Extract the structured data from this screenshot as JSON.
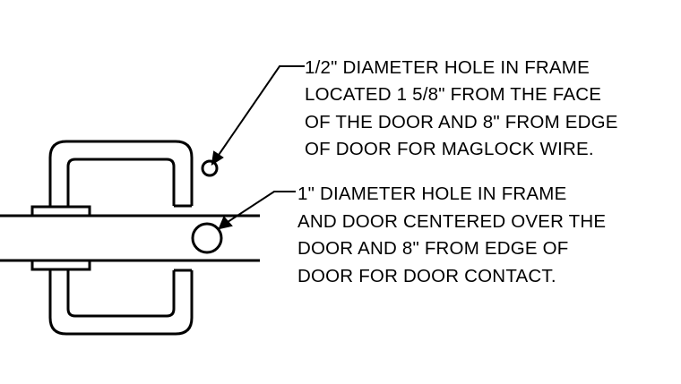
{
  "colors": {
    "background": "#ffffff",
    "linework": "#000000"
  },
  "notes": {
    "maglock_hole": {
      "lines": [
        "1/2\" DIAMETER HOLE IN FRAME",
        "LOCATED 1 5/8\" FROM THE FACE",
        "OF THE DOOR AND 8\" FROM EDGE",
        "OF DOOR FOR MAGLOCK WIRE."
      ]
    },
    "door_contact_hole": {
      "lines": [
        "1\" DIAMETER HOLE IN FRAME",
        "AND DOOR CENTERED OVER THE",
        "DOOR AND 8\" FROM EDGE OF",
        "DOOR FOR DOOR CONTACT."
      ]
    }
  }
}
